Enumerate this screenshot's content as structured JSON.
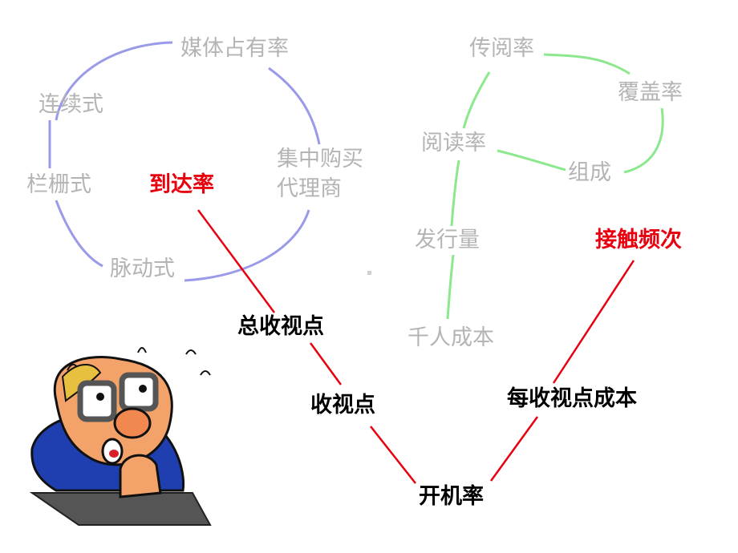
{
  "left_group": {
    "items": [
      "媒体占有率",
      "连续式",
      "栏栅式",
      "集中购买",
      "代理商",
      "脉动式"
    ],
    "color": "#9a9ae8"
  },
  "right_group": {
    "items": [
      "传阅率",
      "覆盖率",
      "阅读率",
      "组成",
      "发行量",
      "千人成本"
    ],
    "color": "#8ce88c"
  },
  "red_labels": [
    "到达率",
    "接触频次"
  ],
  "black_labels": [
    "总收视点",
    "收视点",
    "每收视点成本",
    "开机率"
  ],
  "colors": {
    "gray_text": "#b4b4b4",
    "red_accent": "#e8000f",
    "line_red": "#e8000f"
  }
}
